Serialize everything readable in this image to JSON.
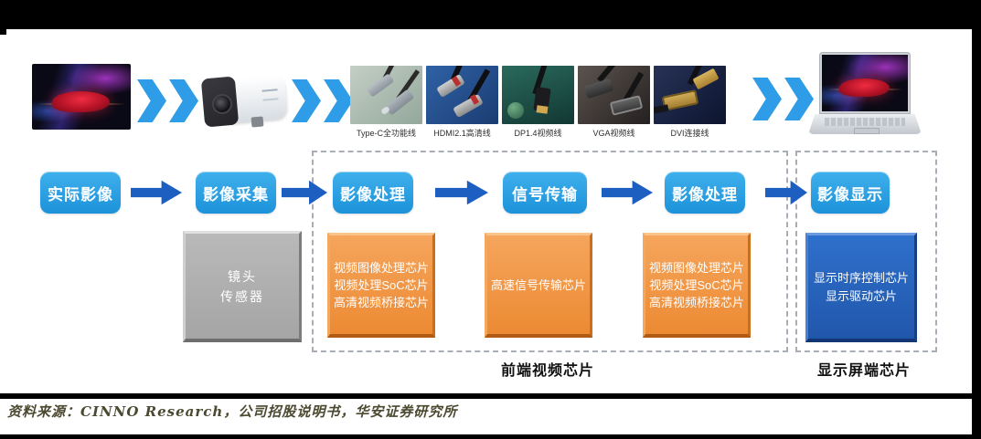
{
  "cables": [
    {
      "label": "Type-C全功能线"
    },
    {
      "label": "HDMI2.1高清线"
    },
    {
      "label": "DP1.4视频线"
    },
    {
      "label": "VGA视频线"
    },
    {
      "label": "DVI连接线"
    }
  ],
  "flow_steps": [
    {
      "label": "实际影像"
    },
    {
      "label": "影像采集"
    },
    {
      "label": "影像处理"
    },
    {
      "label": "信号传输"
    },
    {
      "label": "影像处理"
    },
    {
      "label": "影像显示"
    }
  ],
  "component_boxes": {
    "lens_sensor": {
      "lines": [
        "镜头",
        "传感器"
      ]
    },
    "frontend_left": {
      "lines": [
        "视频图像处理芯片",
        "视频处理SoC芯片",
        "高清视频桥接芯片"
      ]
    },
    "transmission": {
      "lines": [
        "高速信号传输芯片"
      ]
    },
    "frontend_right": {
      "lines": [
        "视频图像处理芯片",
        "视频处理SoC芯片",
        "高清视频桥接芯片"
      ]
    },
    "display_chips": {
      "lines": [
        "显示时序控制芯片",
        "显示驱动芯片"
      ]
    }
  },
  "group_labels": {
    "frontend": "前端视频芯片",
    "display": "显示屏端芯片"
  },
  "footer": {
    "source": "资料来源：CINNO Research，公司招股说明书，华安证券研究所"
  },
  "colors": {
    "flow_box_blue": "#2BA2E6",
    "arrow_blue": "#1C5FC0",
    "chevron_blue": "#2F9CE8",
    "orange_box": "#F0923F",
    "gray_box": "#ADADAD",
    "blue_chip_box": "#2663BC"
  }
}
